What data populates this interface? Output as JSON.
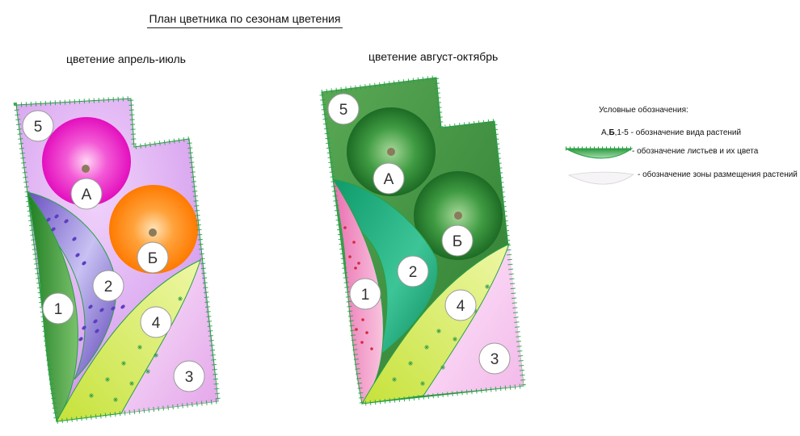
{
  "title": "План цветника по сезонам цветения",
  "plans": [
    {
      "caption": "цветение апрель-июль",
      "markers": [
        "1",
        "2",
        "3",
        "4",
        "5",
        "А",
        "Б"
      ]
    },
    {
      "caption": "цветение  август-октябрь",
      "markers": [
        "1",
        "2",
        "3",
        "4",
        "5",
        "А",
        "Б"
      ]
    }
  ],
  "legend": {
    "title": "Условные обозначения:",
    "items": [
      {
        "prefix": "А,",
        "bold": "Б",
        "suffix": ",1-5  - обозначение вида растений"
      },
      {
        "text": "- обозначение листьев и их цвета"
      },
      {
        "text": "- обозначение зоны размещения растений"
      }
    ]
  },
  "colors": {
    "spring_background": "#d9a6ef",
    "spring_flower_a": "#f01fc8",
    "spring_flower_b": "#ff8a14",
    "spring_zone_1": "#3e9c3a",
    "spring_zone_2": "#7a63c9",
    "spring_zone_3": "#eab7ef",
    "spring_zone_4": "#d9ec5a",
    "autumn_background": "#3f8e3c",
    "autumn_zone_1": "#f08fc0",
    "autumn_zone_2": "#1fa37a",
    "autumn_zone_3": "#f7c8ef",
    "autumn_zone_4": "#d5ee5a",
    "edge_hatch": "#27a046"
  }
}
